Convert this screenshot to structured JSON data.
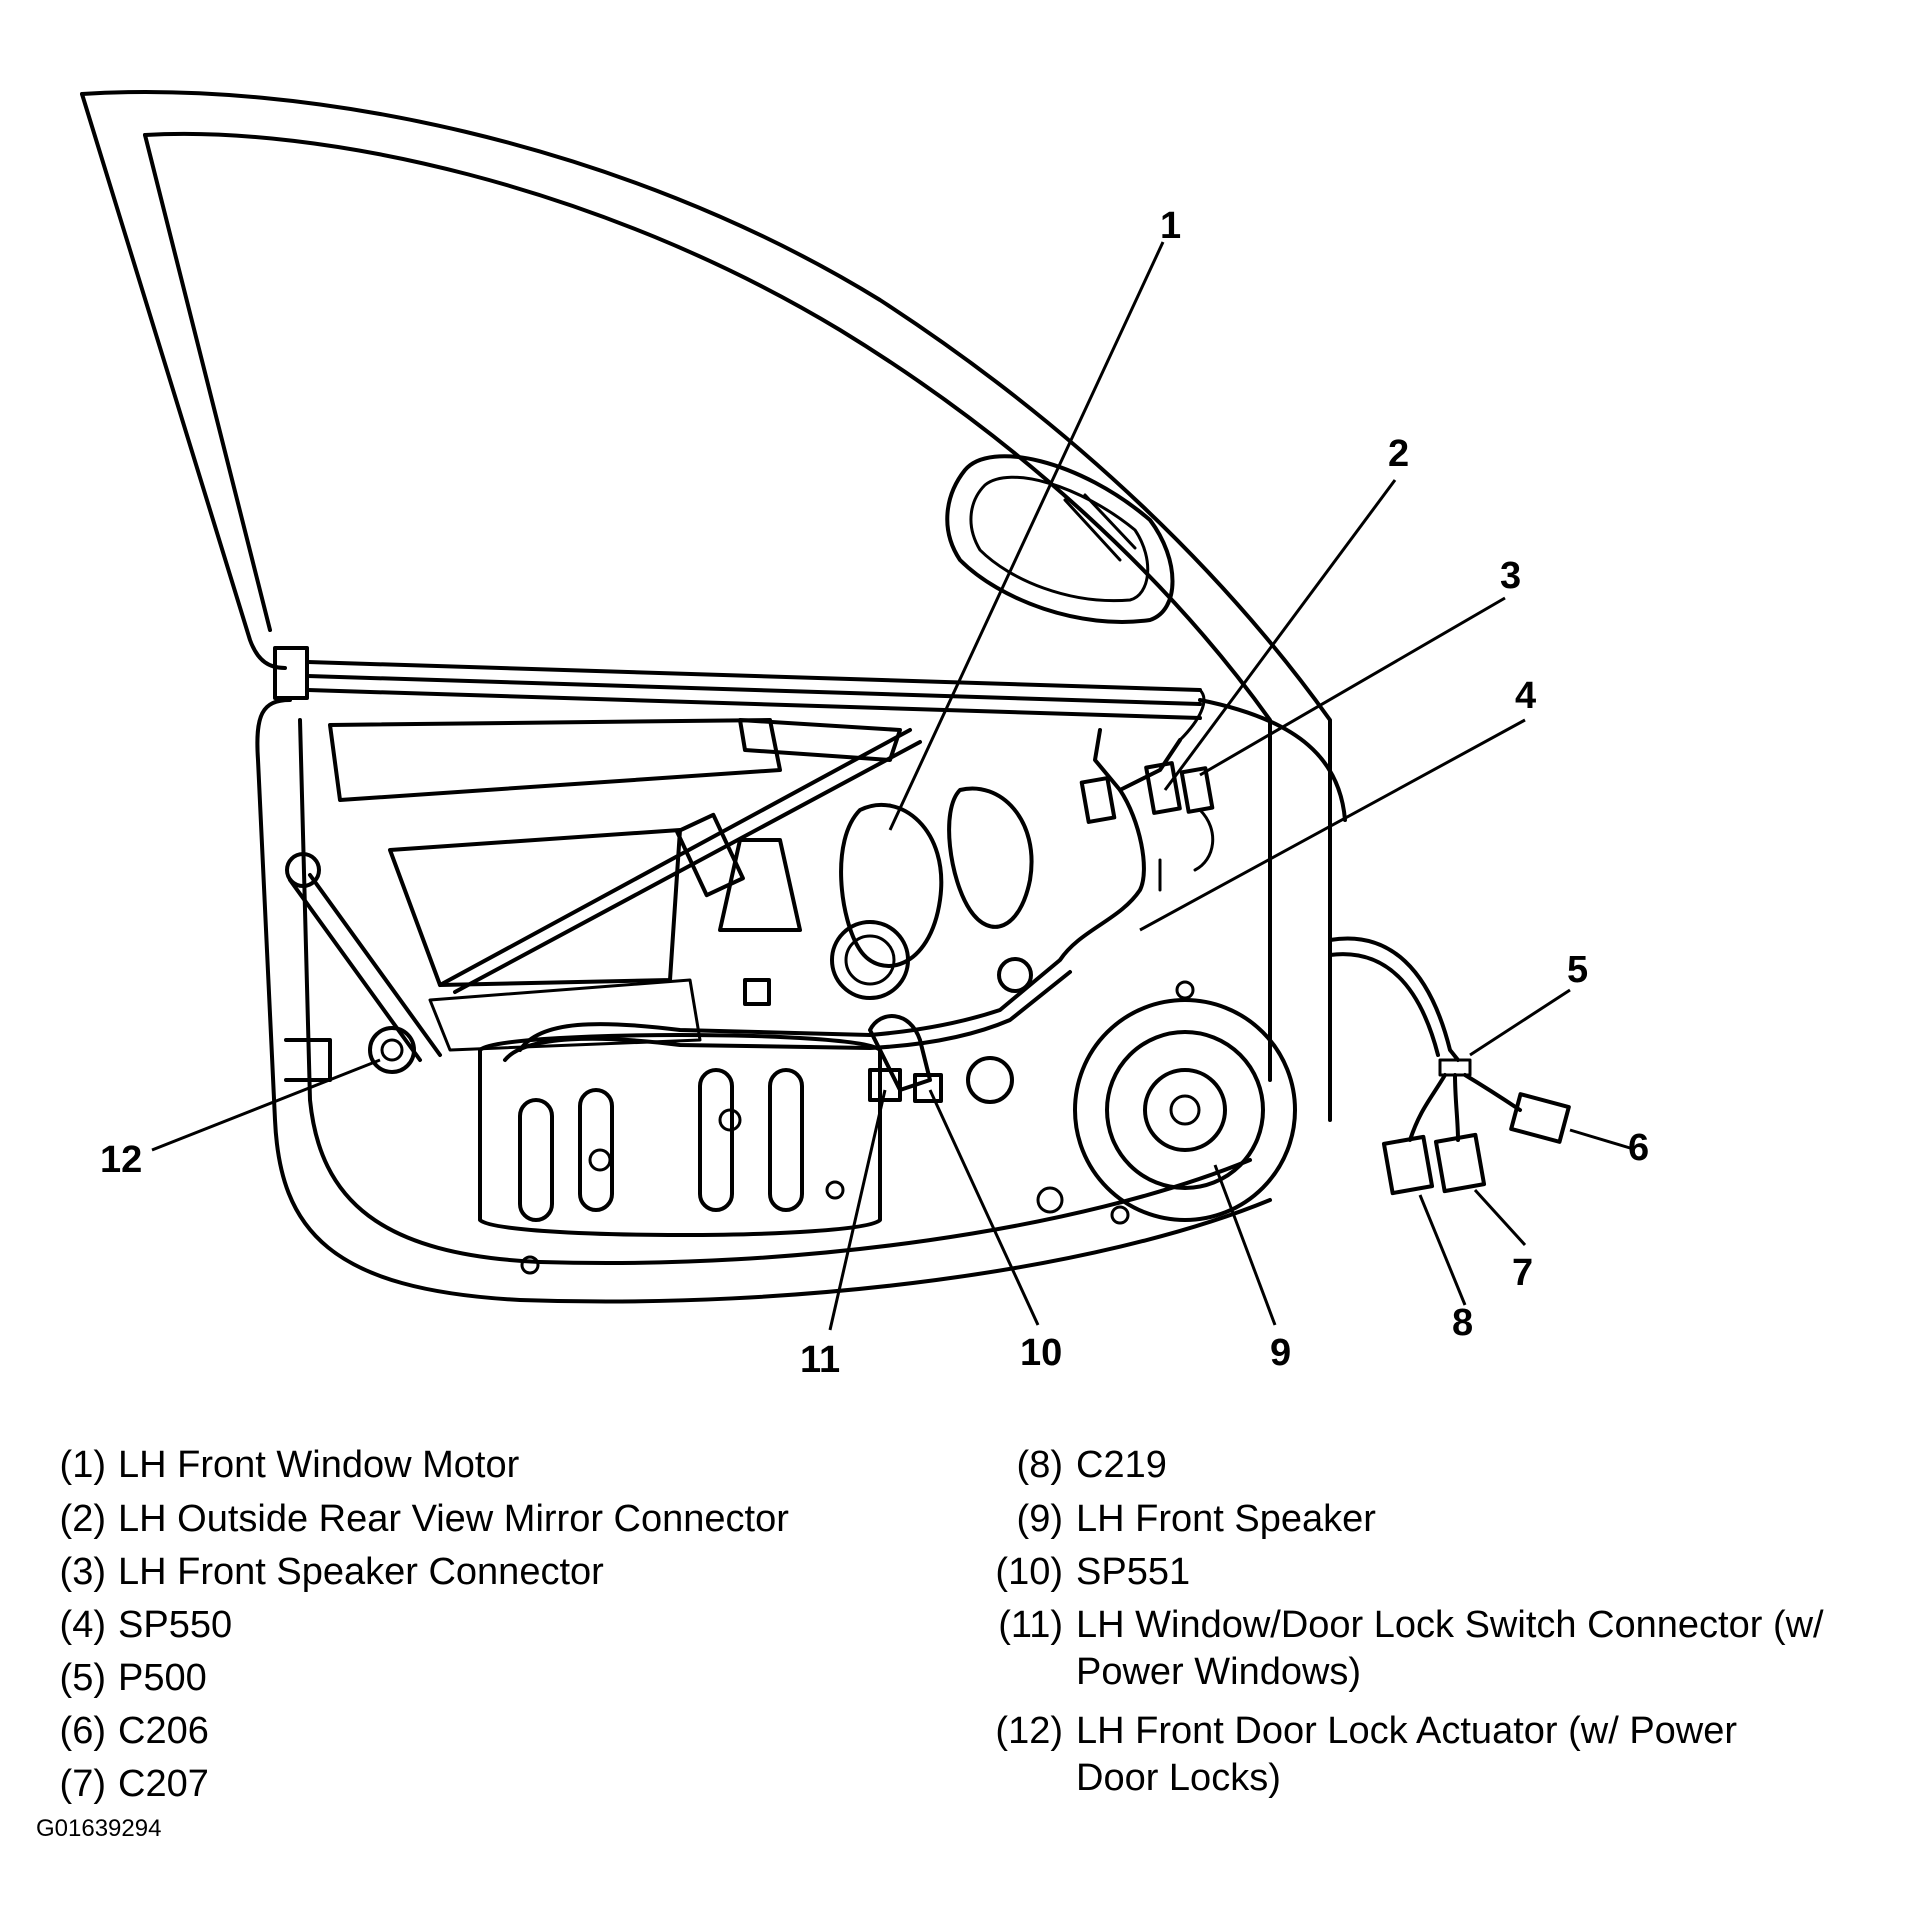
{
  "callouts": [
    "1",
    "2",
    "3",
    "4",
    "5",
    "6",
    "7",
    "8",
    "9",
    "10",
    "11",
    "12"
  ],
  "legend": [
    {
      "num": "(1)",
      "text": "LH Front Window Motor"
    },
    {
      "num": "(2)",
      "text": "LH Outside Rear View Mirror Connector"
    },
    {
      "num": "(3)",
      "text": "LH Front Speaker Connector"
    },
    {
      "num": "(4)",
      "text": "SP550"
    },
    {
      "num": "(5)",
      "text": "P500"
    },
    {
      "num": "(6)",
      "text": "C206"
    },
    {
      "num": "(7)",
      "text": "C207"
    },
    {
      "num": "(8)",
      "text": "C219"
    },
    {
      "num": "(9)",
      "text": "LH Front Speaker"
    },
    {
      "num": "(10)",
      "text": "SP551"
    },
    {
      "num": "(11)",
      "text": "LH Window/Door Lock Switch Connector (w/",
      "text2": "Power Windows)"
    },
    {
      "num": "(12)",
      "text": "LH Front Door Lock Actuator (w/ Power",
      "text2": "Door Locks)"
    }
  ],
  "figure_id": "G01639294"
}
